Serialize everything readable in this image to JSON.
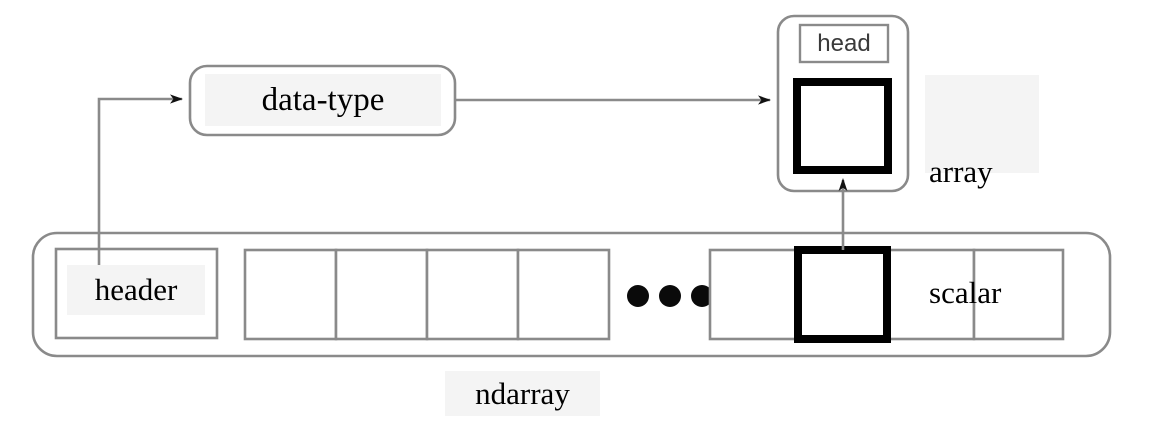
{
  "diagram": {
    "title_label": "ndarray",
    "nodes": {
      "data_type": {
        "label": "data-type"
      },
      "header": {
        "label": "header"
      },
      "array_scalar": {
        "label_line1": "array",
        "label_line2": "scalar"
      },
      "head": {
        "label": "head"
      },
      "ellipsis": {
        "label": "dots",
        "count": 3
      }
    },
    "cells": {
      "left_group_count": 4,
      "right_group_count": 4,
      "highlighted_cell_index": 1
    },
    "edges": [
      {
        "from": "header",
        "to": "data-type",
        "style": "elbow-arrow"
      },
      {
        "from": "data-type",
        "to": "array-scalar",
        "style": "straight-arrow"
      },
      {
        "from": "highlighted-cell",
        "to": "array-scalar-box",
        "style": "vertical-arrow"
      }
    ],
    "colors": {
      "stroke": "#8a8a8a",
      "stroke_dark": "#000000",
      "highlight_bg": "#f4f4f4",
      "background": "#ffffff"
    }
  }
}
